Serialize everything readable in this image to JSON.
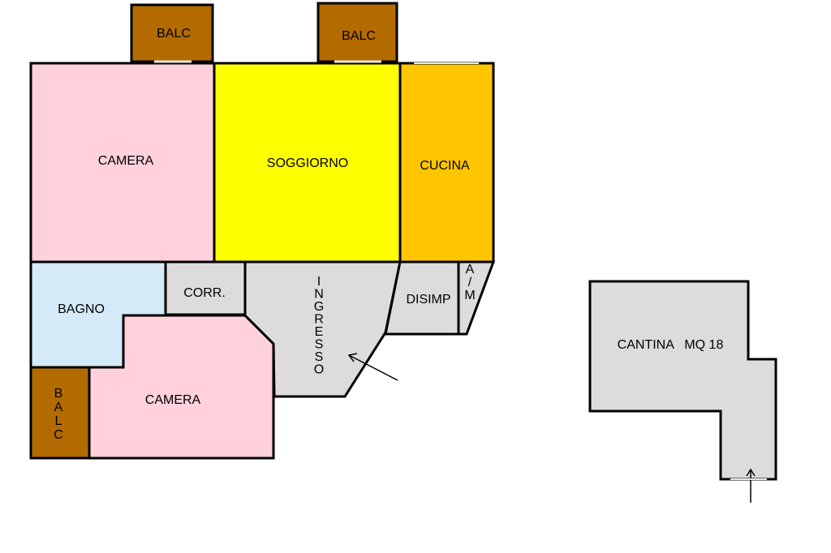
{
  "colors": {
    "balcony": "#b36b00",
    "bedroom": "#ffd1dc",
    "living": "#ffff00",
    "kitchen": "#ffc600",
    "bathroom": "#d4eaf8",
    "service": "#dcdcdc"
  },
  "rooms": {
    "balc_top_left": "BALC",
    "balc_top_mid": "BALC",
    "camera_top": "CAMERA",
    "soggiorno": "SOGGIORNO",
    "cucina": "CUCINA",
    "bagno": "BAGNO",
    "corr": "CORR.",
    "ingresso": "INGRESSO",
    "disimp": "DISIMP",
    "am": "A/M",
    "balc_side": "BALC",
    "camera_bottom": "CAMERA",
    "cantina": "CANTINA   MQ 18"
  },
  "markers": [
    "entrance-arrow",
    "cellar-entrance-arrow"
  ]
}
